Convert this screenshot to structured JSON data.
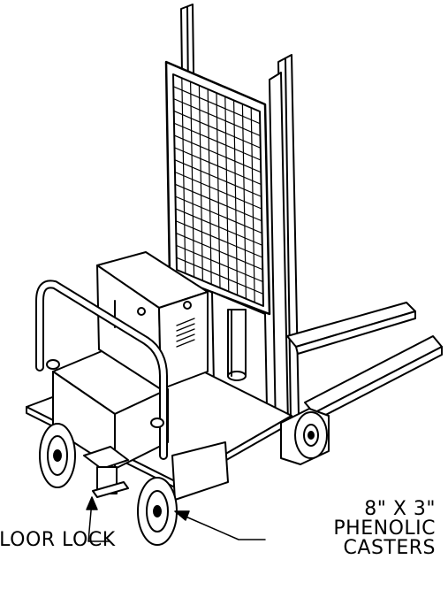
{
  "callouts": {
    "floor_lock": "FLOOR LOCK",
    "casters_line1": "8\" X 3\"",
    "casters_line2": "PHENOLIC",
    "casters_line3": "CASTERS"
  },
  "colors": {
    "line": "#000000",
    "background": "#ffffff",
    "shade": "#d9d9d9"
  }
}
